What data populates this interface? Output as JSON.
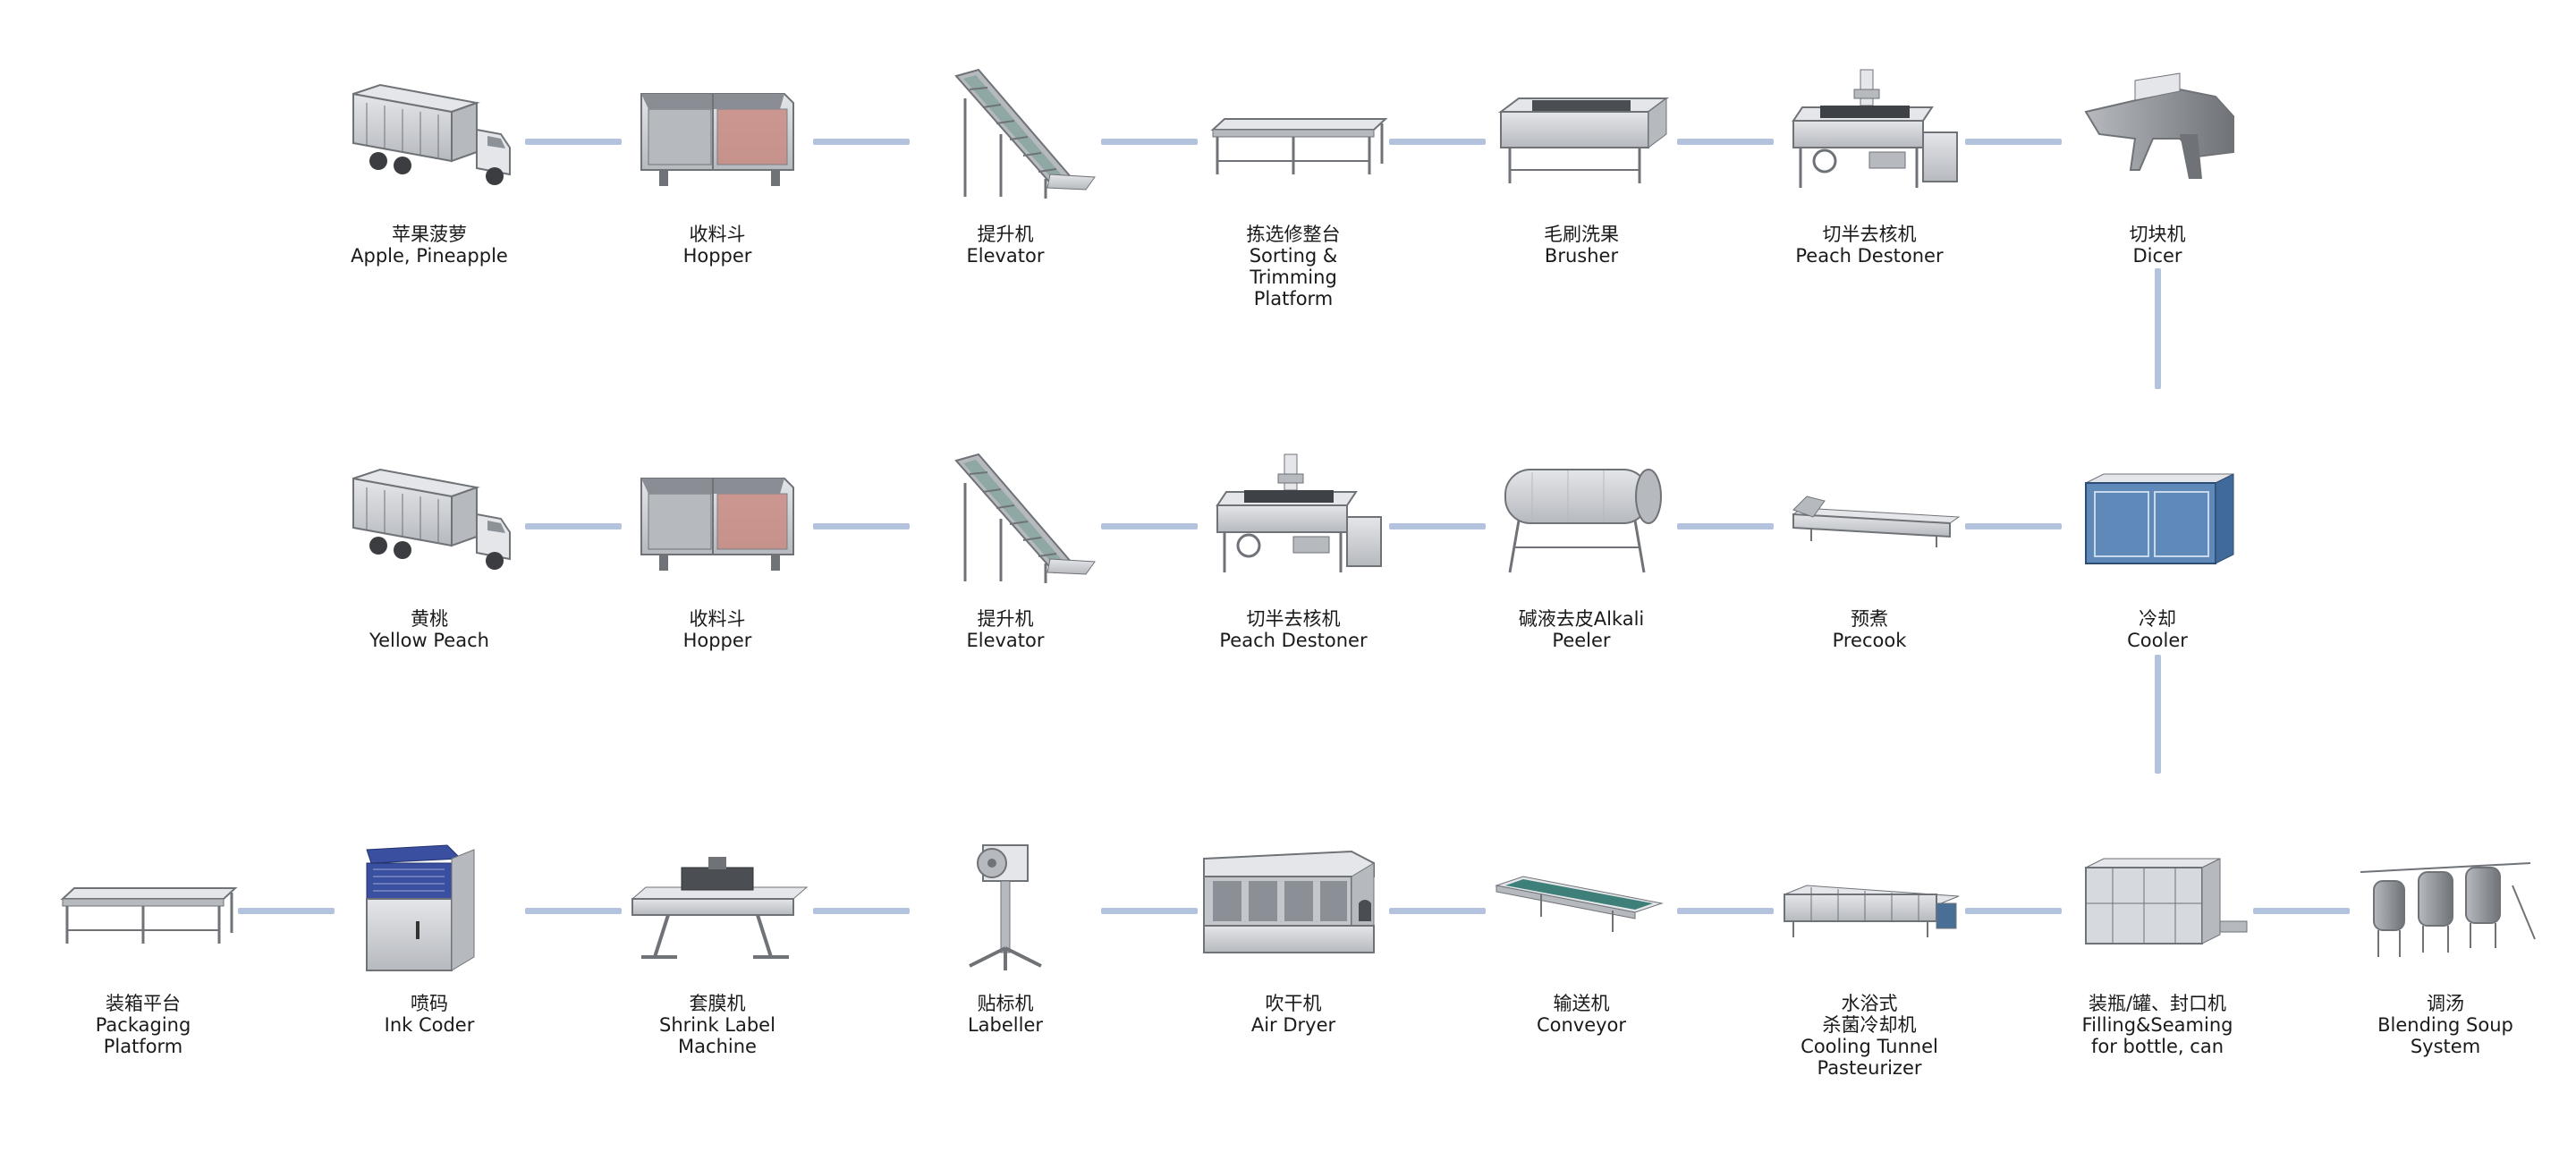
{
  "colors": {
    "connector": "#b3c3de",
    "steel_light": "#e4e6e9",
    "steel_mid": "#b6b9be",
    "steel_dark": "#6f7378",
    "hopper_red": "#c98b83",
    "cooler_blue": "#5f89b8",
    "conveyor_teal": "#3f7f7a",
    "coder_blue": "#3a4fa0"
  },
  "rows": [
    {
      "nodes": [
        {
          "icon": "truck-icon",
          "zh": "苹果菠萝",
          "en": [
            "Apple, Pineapple"
          ]
        },
        {
          "icon": "hopper-icon",
          "zh": "收料斗",
          "en": [
            "Hopper"
          ]
        },
        {
          "icon": "elevator-icon",
          "zh": "提升机",
          "en": [
            "Elevator"
          ]
        },
        {
          "icon": "platform-icon",
          "zh": "拣选修整台",
          "en": [
            "Sorting &",
            "Trimming",
            "Platform"
          ]
        },
        {
          "icon": "brusher-icon",
          "zh": "毛刷洗果",
          "en": [
            "Brusher"
          ]
        },
        {
          "icon": "destoner-icon",
          "zh": "切半去核机",
          "en": [
            "Peach Destoner"
          ]
        },
        {
          "icon": "dicer-icon",
          "zh": "切块机",
          "en": [
            "Dicer"
          ]
        }
      ]
    },
    {
      "nodes": [
        {
          "icon": "truck-icon",
          "zh": "黄桃",
          "en": [
            "Yellow Peach"
          ]
        },
        {
          "icon": "hopper-icon",
          "zh": "收料斗",
          "en": [
            "Hopper"
          ]
        },
        {
          "icon": "elevator-icon",
          "zh": "提升机",
          "en": [
            "Elevator"
          ]
        },
        {
          "icon": "destoner-icon",
          "zh": "切半去核机",
          "en": [
            "Peach Destoner"
          ]
        },
        {
          "icon": "alkali-peeler-icon",
          "zh": "碱液去皮Alkali",
          "en": [
            "Peeler"
          ]
        },
        {
          "icon": "precook-icon",
          "zh": "预煮",
          "en": [
            "Precook"
          ]
        },
        {
          "icon": "cooler-icon",
          "zh": "冷却",
          "en": [
            "Cooler"
          ]
        }
      ]
    },
    {
      "nodes": [
        {
          "icon": "platform-icon",
          "zh": "装箱平台",
          "en": [
            "Packaging",
            "Platform"
          ]
        },
        {
          "icon": "ink-coder-icon",
          "zh": "喷码",
          "en": [
            "Ink Coder"
          ]
        },
        {
          "icon": "shrink-label-icon",
          "zh": "套膜机",
          "en": [
            "Shrink Label",
            "Machine"
          ]
        },
        {
          "icon": "labeller-icon",
          "zh": "贴标机",
          "en": [
            "Labeller"
          ]
        },
        {
          "icon": "air-dryer-icon",
          "zh": "吹干机",
          "en": [
            "Air Dryer"
          ]
        },
        {
          "icon": "conveyor-icon",
          "zh": "输送机",
          "en": [
            "Conveyor"
          ]
        },
        {
          "icon": "cooling-tunnel-icon",
          "zh": "水浴式\n杀菌冷却机",
          "en": [
            "Cooling Tunnel",
            "Pasteurizer"
          ]
        },
        {
          "icon": "filling-seaming-icon",
          "zh": "装瓶/罐、封口机",
          "en": [
            "Filling&Seaming",
            "for bottle, can"
          ]
        },
        {
          "icon": "blending-tanks-icon",
          "zh": "调汤",
          "en": [
            "Blending Soup",
            "System"
          ]
        }
      ]
    }
  ]
}
